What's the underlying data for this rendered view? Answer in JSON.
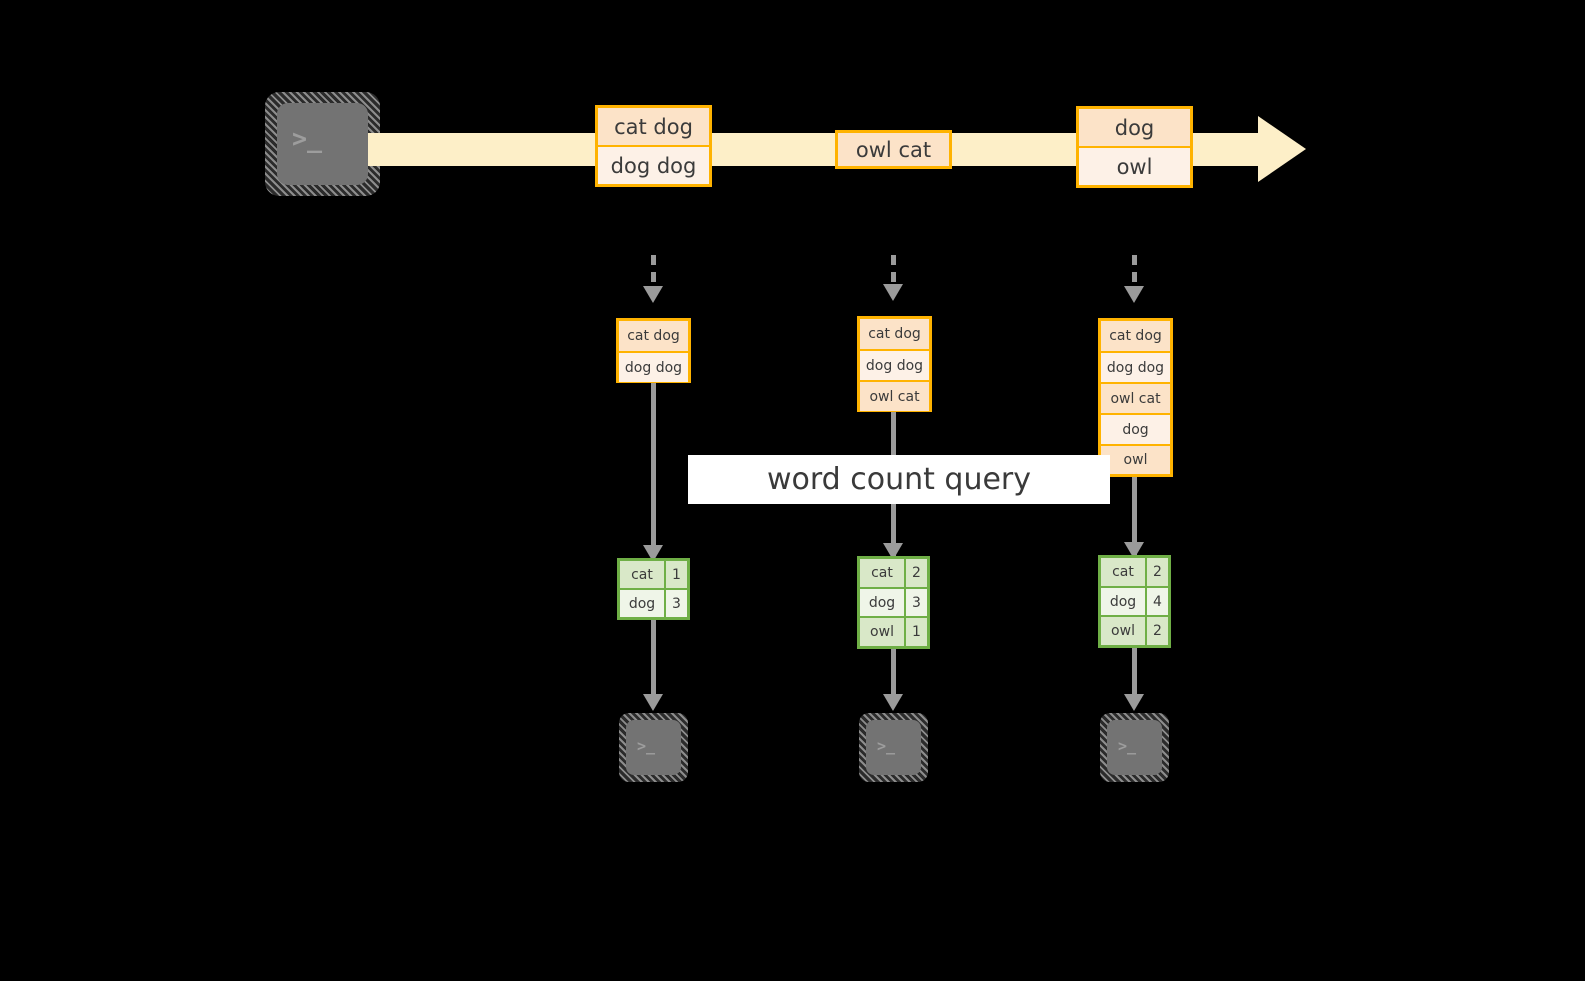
{
  "diagram": {
    "title_label": "word count query",
    "colors": {
      "background": "#000000",
      "stream_fill": "#FDEFC8",
      "record_border": "#FFB300",
      "record_fill_dark": "#FCE3C8",
      "record_fill_light": "#FDF1E7",
      "table_border": "#6FAF46",
      "table_fill_dark": "#D9E8C8",
      "table_fill_light": "#EFF5E8",
      "connector": "#9B9B9B",
      "label_bg": "#FFFFFF",
      "text": "#3B3B3B"
    },
    "source": {
      "icon": "terminal-icon",
      "prompt_glyph": ">_"
    },
    "stream": {
      "groups": [
        {
          "rows": [
            "cat dog",
            "dog dog"
          ]
        },
        {
          "rows": [
            "owl cat"
          ]
        },
        {
          "rows": [
            "dog",
            "owl"
          ]
        }
      ]
    },
    "columns": [
      {
        "input_rows": [
          "cat dog",
          "dog dog"
        ],
        "result_header": null,
        "result_rows": [
          {
            "word": "cat",
            "count": "1"
          },
          {
            "word": "dog",
            "count": "3"
          }
        ],
        "sink_icon": "terminal-icon",
        "sink_prompt_glyph": ">_"
      },
      {
        "input_rows": [
          "cat dog",
          "dog dog",
          "owl cat"
        ],
        "result_header": null,
        "result_rows": [
          {
            "word": "cat",
            "count": "2"
          },
          {
            "word": "dog",
            "count": "3"
          },
          {
            "word": "owl",
            "count": "1"
          }
        ],
        "sink_icon": "terminal-icon",
        "sink_prompt_glyph": ">_"
      },
      {
        "input_rows": [
          "cat dog",
          "dog dog",
          "owl cat",
          "dog",
          "owl"
        ],
        "result_header": null,
        "result_rows": [
          {
            "word": "cat",
            "count": "2"
          },
          {
            "word": "dog",
            "count": "4"
          },
          {
            "word": "owl",
            "count": "2"
          }
        ],
        "sink_icon": "terminal-icon",
        "sink_prompt_glyph": ">_"
      }
    ]
  }
}
